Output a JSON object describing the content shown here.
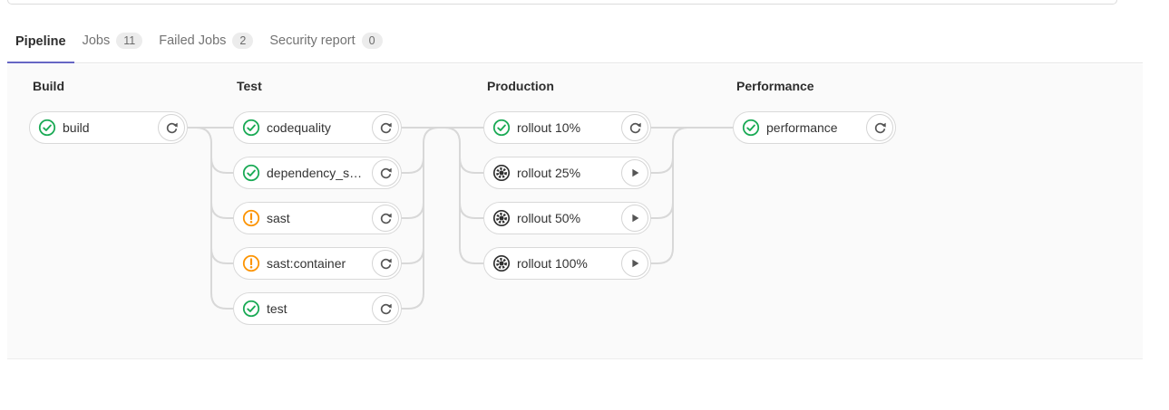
{
  "tabs": [
    {
      "label": "Pipeline",
      "badge": null,
      "active": true
    },
    {
      "label": "Jobs",
      "badge": "11",
      "active": false
    },
    {
      "label": "Failed Jobs",
      "badge": "2",
      "active": false
    },
    {
      "label": "Security report",
      "badge": "0",
      "active": false
    }
  ],
  "stages": [
    {
      "name": "Build",
      "jobs": [
        {
          "name": "build",
          "status": "success",
          "action": "retry"
        }
      ]
    },
    {
      "name": "Test",
      "jobs": [
        {
          "name": "codequality",
          "status": "success",
          "action": "retry"
        },
        {
          "name": "dependency_s…",
          "status": "success",
          "action": "retry"
        },
        {
          "name": "sast",
          "status": "warning",
          "action": "retry"
        },
        {
          "name": "sast:container",
          "status": "warning",
          "action": "retry"
        },
        {
          "name": "test",
          "status": "success",
          "action": "retry"
        }
      ]
    },
    {
      "name": "Production",
      "jobs": [
        {
          "name": "rollout 10%",
          "status": "success",
          "action": "retry"
        },
        {
          "name": "rollout 25%",
          "status": "manual",
          "action": "play"
        },
        {
          "name": "rollout 50%",
          "status": "manual",
          "action": "play"
        },
        {
          "name": "rollout 100%",
          "status": "manual",
          "action": "play"
        }
      ]
    },
    {
      "name": "Performance",
      "jobs": [
        {
          "name": "performance",
          "status": "success",
          "action": "retry"
        }
      ]
    }
  ],
  "colors": {
    "success": "#1aaa55",
    "warning": "#fc9403",
    "manual": "#2e2e2e",
    "accent": "#6666c4",
    "connector": "#d8d8d8",
    "action_icon": "#555555"
  }
}
